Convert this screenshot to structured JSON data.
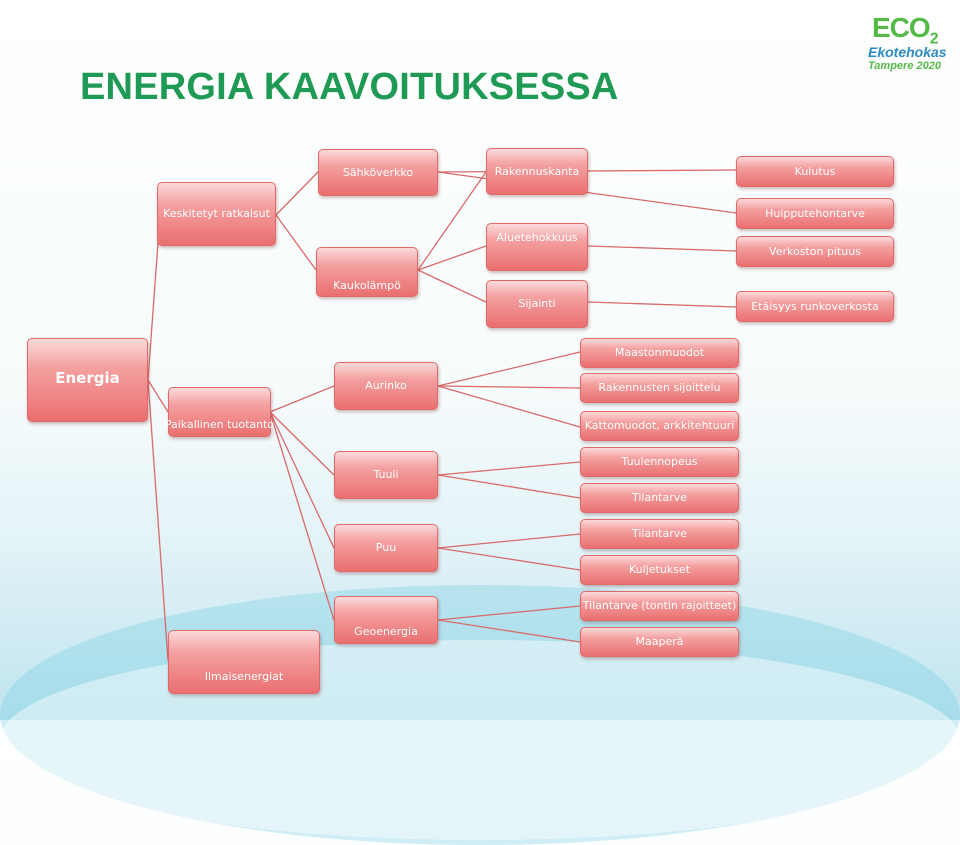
{
  "title": "ENERGIA KAAVOITUKSESSA",
  "logo": {
    "eco": "ECO",
    "eco_sub": "2",
    "line2": "Ekotehokas",
    "line3": "Tampere 2020"
  },
  "colors": {
    "title": "#1f9a55",
    "node_top": "#fbdada",
    "node_bottom": "#ea6f70",
    "line": "#d86a6a"
  },
  "nodes": {
    "energia": "Energia",
    "keskitetyt": "Keskitetyt ratkaisut",
    "paikallinen": "Paikallinen tuotanto",
    "ilmaisenergiat": "Ilmaisenergiat",
    "sahkoverkko": "Sähköverkko",
    "kaukolampo": "Kaukolämpö",
    "rakennuskanta": "Rakennuskanta",
    "aluetehokkuus": "Aluetehokkuus",
    "sijainti": "Sijainti",
    "kulutus": "Kulutus",
    "huipputeho": "Huipputehontarve",
    "verkoston_pituus": "Verkoston pituus",
    "etaisyys": "Etäisyys runkoverkosta",
    "aurinko": "Aurinko",
    "tuuli": "Tuuli",
    "puu": "Puu",
    "geoenergia": "Geoenergia",
    "maastonmuodot": "Maastonmuodot",
    "rak_sijoittelu": "Rakennusten sijoittelu",
    "kattomuodot": "Kattomuodot, arkkitehtuuri",
    "tuulennopeus": "Tuulennopeus",
    "tilantarve_1": "Tilantarve",
    "tilantarve_2": "Tilantarve",
    "kuljetukset": "Kuljetukset",
    "tilantarve_tontin": "Tilantarve (tontin rajoitteet)",
    "maapera": "Maaperä"
  }
}
